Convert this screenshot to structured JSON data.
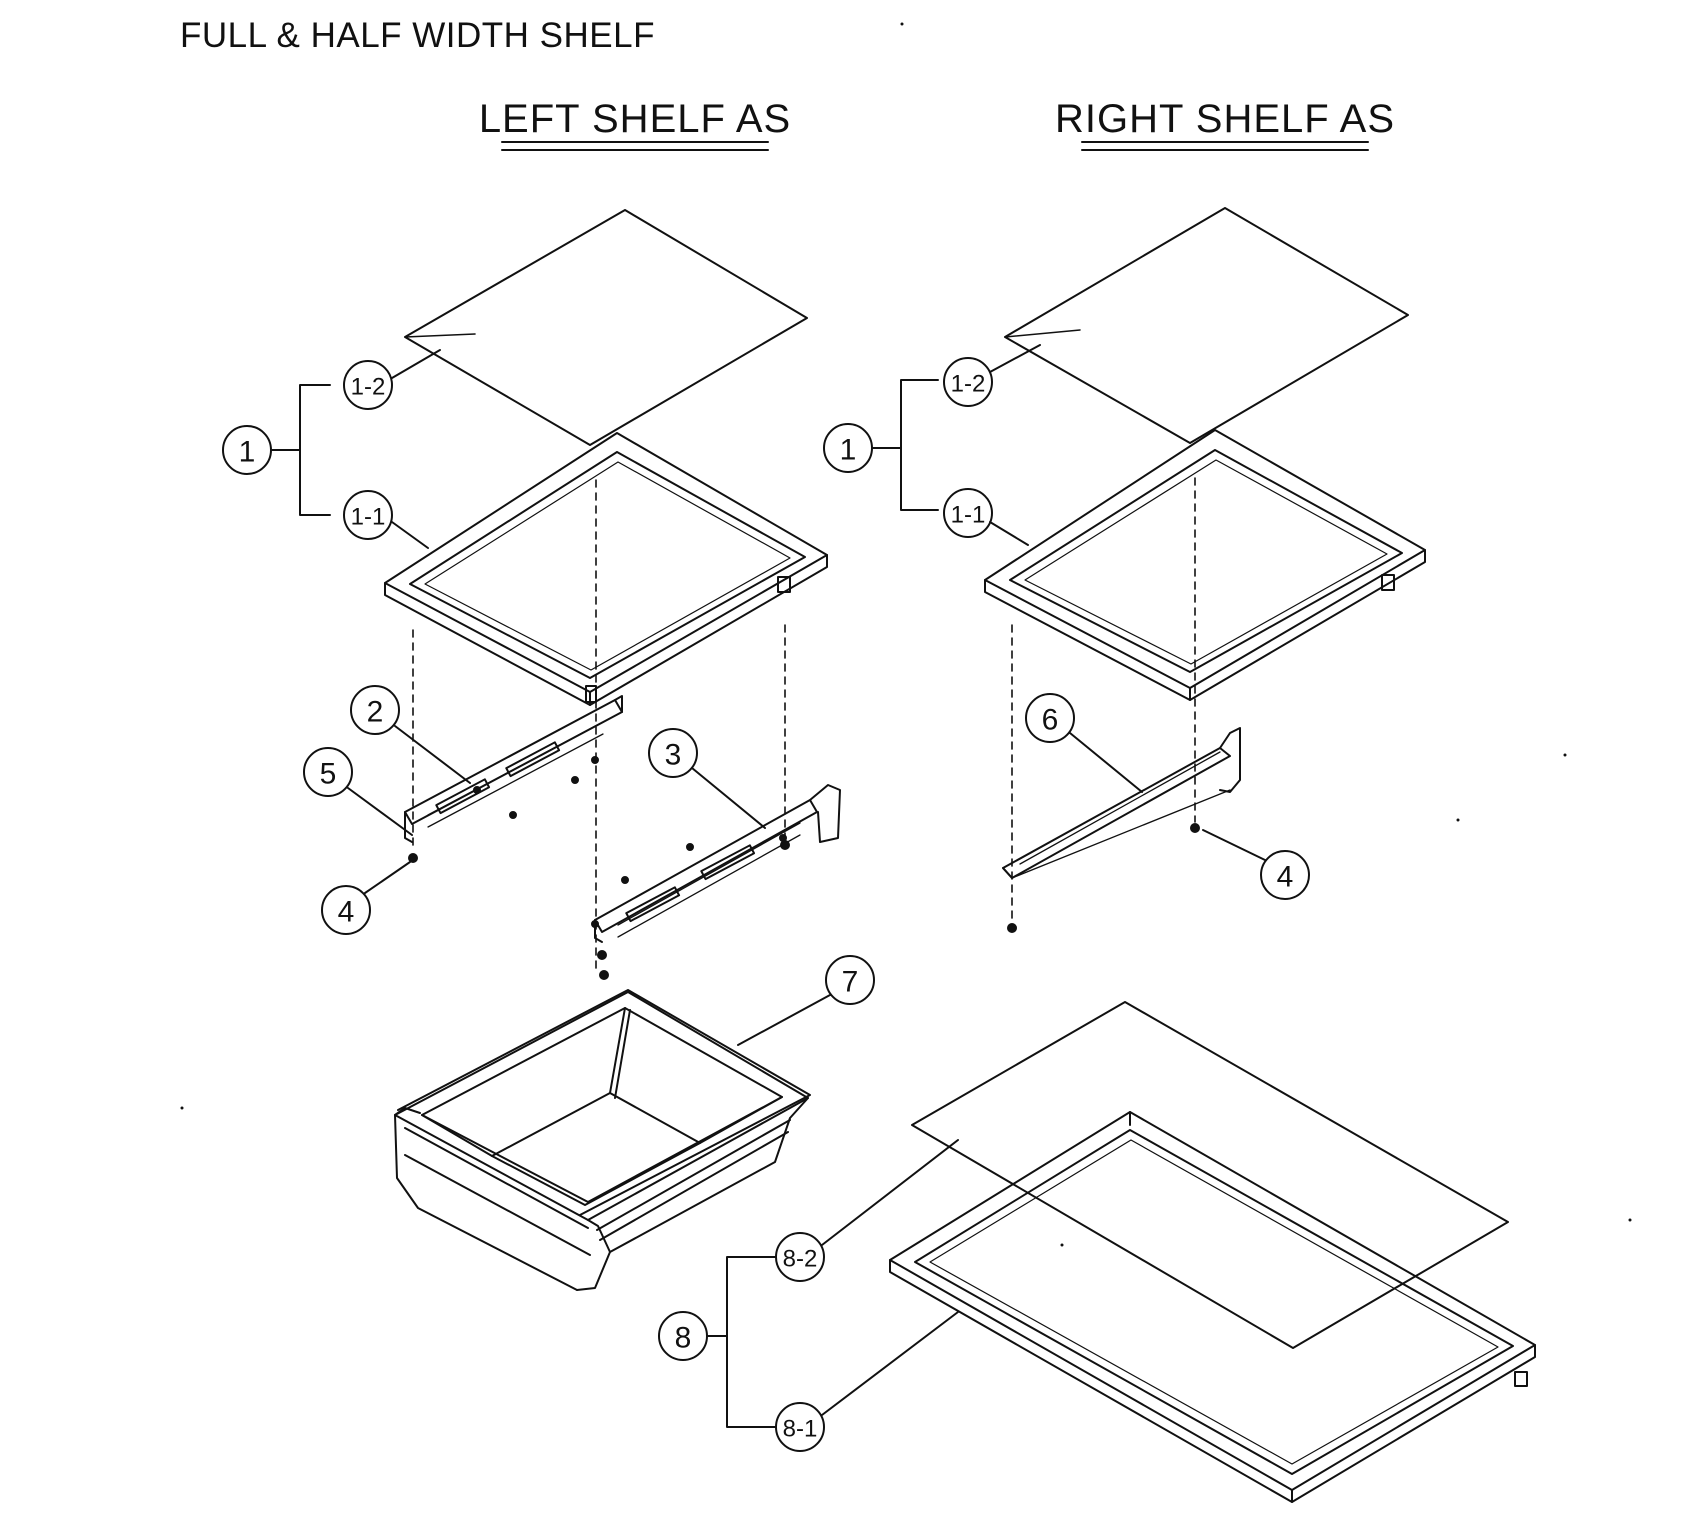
{
  "page_title": "FULL & HALF WIDTH SHELF",
  "headings": {
    "left": "LEFT SHELF AS",
    "right": "RIGHT SHELF AS"
  },
  "callouts": {
    "l1": "1",
    "l1_1": "1-1",
    "l1_2": "1-2",
    "l2": "2",
    "l3": "3",
    "l4": "4",
    "l5": "5",
    "l7": "7",
    "r1": "1",
    "r1_1": "1-1",
    "r1_2": "1-2",
    "r4": "4",
    "r6": "6",
    "b8": "8",
    "b8_1": "8-1",
    "b8_2": "8-2"
  }
}
